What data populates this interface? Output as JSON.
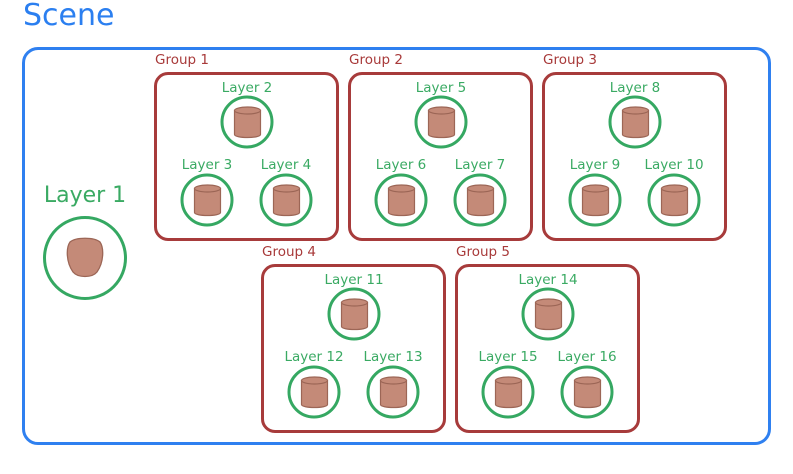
{
  "scene": {
    "title": "Scene"
  },
  "root_layer": {
    "label": "Layer 1",
    "icon": "blob-icon"
  },
  "groups": [
    {
      "label": "Group 1",
      "layers": [
        "Layer 2",
        "Layer 3",
        "Layer 4"
      ]
    },
    {
      "label": "Group 2",
      "layers": [
        "Layer 5",
        "Layer 6",
        "Layer 7"
      ]
    },
    {
      "label": "Group 3",
      "layers": [
        "Layer 8",
        "Layer 9",
        "Layer 10"
      ]
    },
    {
      "label": "Group 4",
      "layers": [
        "Layer 11",
        "Layer 12",
        "Layer 13"
      ]
    },
    {
      "label": "Group 5",
      "layers": [
        "Layer 14",
        "Layer 15",
        "Layer 16"
      ]
    }
  ],
  "colors": {
    "scene": "#2f80f0",
    "group": "#a73b3b",
    "layer": "#35a862",
    "shape_fill": "#c48a78",
    "shape_stroke": "#9c6656"
  },
  "layer_icon": "cylinder-icon"
}
